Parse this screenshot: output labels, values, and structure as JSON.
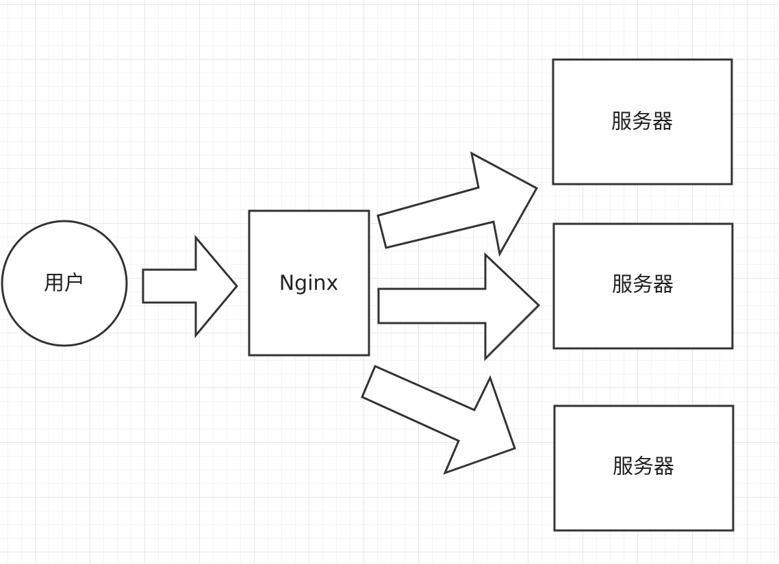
{
  "nodes": {
    "user": "用户",
    "nginx": "Nginx",
    "servers": [
      "服务器",
      "服务器",
      "服务器"
    ]
  },
  "colors": {
    "stroke": "#333333",
    "fill": "#ffffff",
    "grid": "#e6e6e6",
    "text": "#222222"
  }
}
